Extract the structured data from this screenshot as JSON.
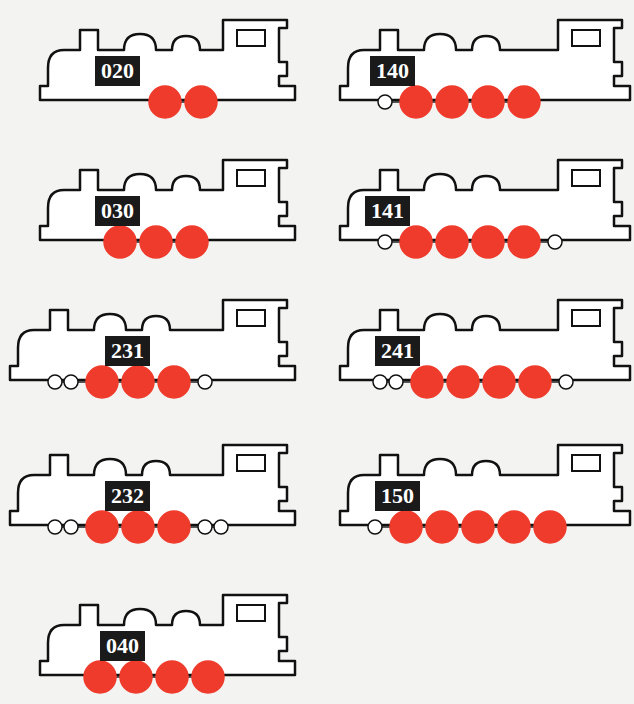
{
  "diagram": {
    "nodes": [
      {
        "text": [
          "020"
        ]
      },
      {
        "text": [
          "140"
        ]
      },
      {
        "text": [
          "030"
        ]
      },
      {
        "text": [
          "141"
        ]
      },
      {
        "text": [
          "231"
        ]
      },
      {
        "text": [
          "241"
        ]
      },
      {
        "text": [
          "232"
        ]
      },
      {
        "text": [
          "150"
        ]
      },
      {
        "text": [
          "040"
        ]
      }
    ]
  }
}
